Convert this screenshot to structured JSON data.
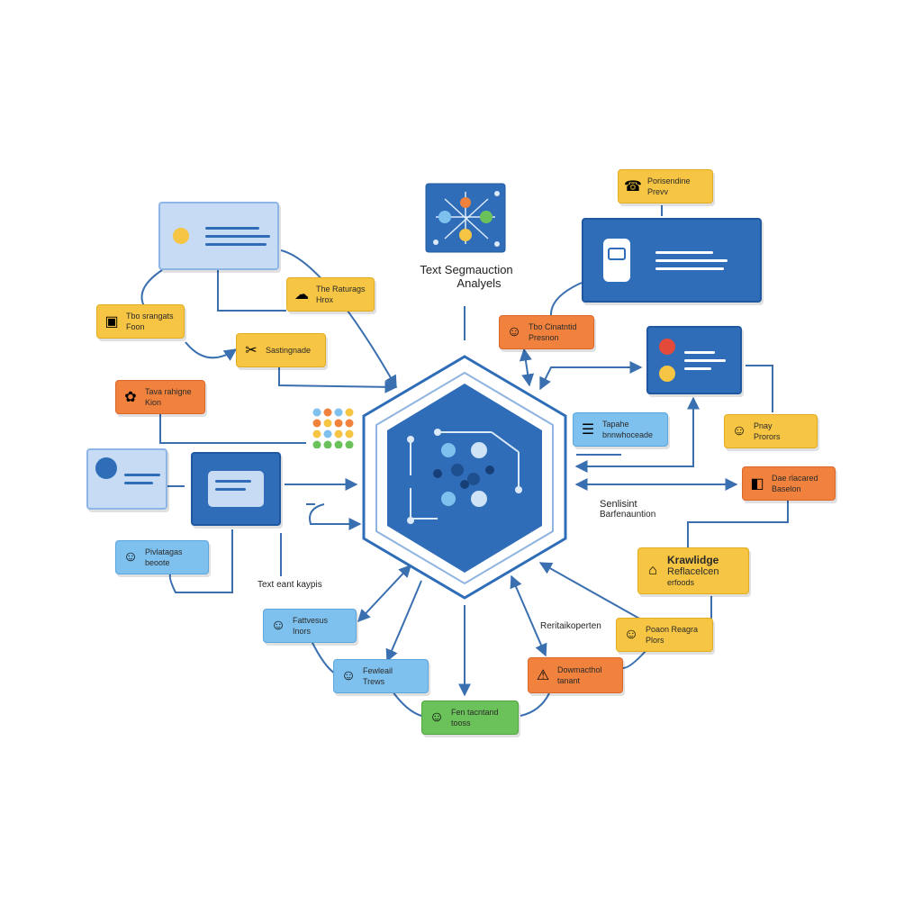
{
  "title": {
    "line1": "Text Segmauction",
    "line2": "Analyels"
  },
  "side_labels": {
    "sentiment": {
      "line1": "Senlisint",
      "line2": "Barfenauntion"
    },
    "text_bottom": "Text eant kaypis",
    "bottom_right": "Reritaikoperten"
  },
  "nodes": {
    "top_left_a": {
      "line1": "The Raturags",
      "line2": "Hrox"
    },
    "left_a": {
      "line1": "Tbo srangats",
      "line2": "Foon"
    },
    "left_b": {
      "line1": "Sastingnade",
      "line2": ""
    },
    "left_c": {
      "line1": "Tava rahigne",
      "line2": "Kion"
    },
    "left_d": {
      "line1": "Pivlatagas",
      "line2": "beoote"
    },
    "top_right_a": {
      "line1": "Porisendine",
      "line2": "Prevv"
    },
    "right_a": {
      "line1": "Tbo Cinatntid",
      "line2": "Presnon"
    },
    "right_b": {
      "line1": "Tapahe",
      "line2": "bnnwhoceade"
    },
    "right_c": {
      "line1": "Pnay",
      "line2": "Prorors"
    },
    "right_d": {
      "line1": "Dae rlacared",
      "line2": "Baselon"
    },
    "knowledge": {
      "line1": "Krawlidge",
      "line2": "Reflacelcen",
      "line3": "erfoods"
    },
    "right_e": {
      "line1": "Poaon Reagra",
      "line2": "Plors"
    },
    "bottom_a": {
      "line1": "Fattvesus",
      "line2": "Inors"
    },
    "bottom_b": {
      "line1": "Fewleail",
      "line2": "Trews"
    },
    "bottom_c": {
      "line1": "Fen tacntand",
      "line2": "tooss"
    },
    "bottom_d": {
      "line1": "Dowmacthol",
      "line2": "tanant"
    }
  },
  "colors": {
    "primary": "#2f6db8",
    "arrow": "#3a6fb0",
    "yellow": "#f6c544",
    "orange": "#f0823e",
    "light_blue": "#7fc1ee",
    "green": "#6cc25a"
  },
  "icons": {
    "hub": "network-hex-icon",
    "chat": "chat-bubble-icon",
    "smile": "smile-emoji-icon",
    "robot": "robot-icon",
    "phone": "phone-icon"
  }
}
